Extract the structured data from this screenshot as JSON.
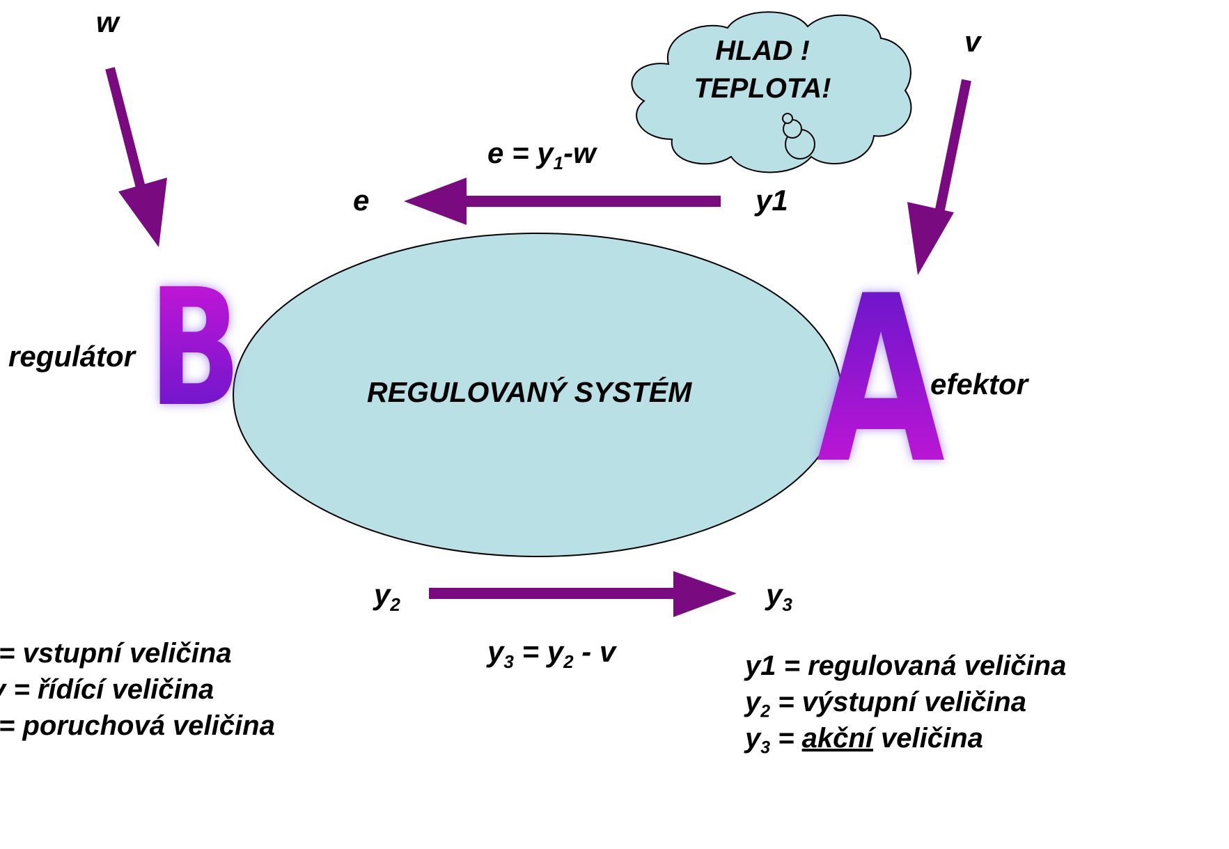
{
  "inputs": {
    "w": "w",
    "v": "v"
  },
  "cloud": {
    "line1": "HLAD !",
    "line2": "TEPLOTA!"
  },
  "error": {
    "equation_main": "e = y",
    "equation_sub": "1",
    "equation_tail": "-w",
    "e_label": "e",
    "y1_label": "y1"
  },
  "system": {
    "label": "REGULOVANÝ SYSTÉM"
  },
  "regulator": {
    "letter": "B",
    "label": "regulátor"
  },
  "effector": {
    "letter": "A",
    "label": "efektor"
  },
  "outputs": {
    "y2_main": "y",
    "y2_sub": "2",
    "y3_main": "y",
    "y3_sub": "3",
    "eq_y3_main": "y",
    "eq_y3_sub": "3",
    "eq_mid": " = y",
    "eq_y2_sub": "2",
    "eq_tail": " - v"
  },
  "legend_left": [
    " = vstupní veličina",
    "v = řídící veličina",
    " = poruchová veličina"
  ],
  "legend_right": {
    "line1": "y1 = regulovaná veličina",
    "line2_main": "y",
    "line2_sub": "2",
    "line2_tail": " = výstupní veličina",
    "line3_main": "y",
    "line3_sub": "3",
    "line3_eq": " = ",
    "line3_underlined": "akční",
    "line3_tail": " veličina"
  },
  "colors": {
    "arrow": "#7a0a80",
    "ellipse_fill": "#b9e0e4",
    "cloud_fill": "#b9e0e4",
    "letter_top_b": "#c51bd3",
    "letter_bottom_b": "#5a12c8",
    "letter_top_a": "#5a12c8",
    "letter_bottom_a": "#c51bd3"
  }
}
